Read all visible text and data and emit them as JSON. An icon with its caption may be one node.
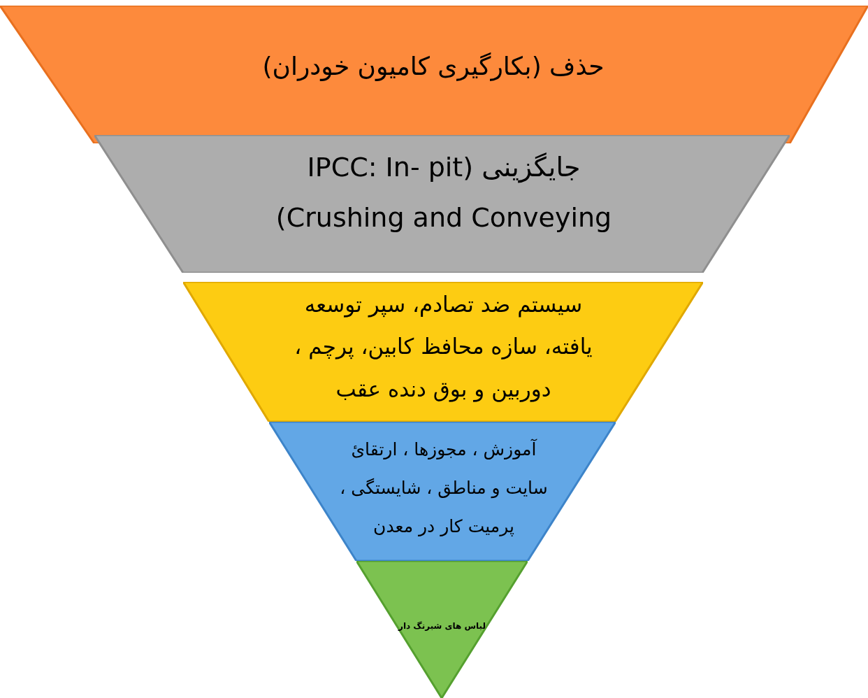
{
  "diagram": {
    "nodes": [
      {
        "text": [
          "حذف (بکارگیری کامیون خودران)"
        ]
      },
      {
        "text": [
          "جایگزینی (IPCC: In- pit Crushing and Conveying)"
        ]
      },
      {
        "text": [
          "سیستم ضد تصادم، سپر توسعه یافته، سازه محافظ کابین، پرچم ، دوربین و بوق دنده عقب"
        ]
      },
      {
        "text": [
          "آموزش ، مجوزها ، ارتقائ سایت و مناطق ، شایستگی ، پرمیت کار در معدن"
        ]
      },
      {
        "text": [
          "لباس های شبرنگ دار"
        ]
      }
    ]
  }
}
